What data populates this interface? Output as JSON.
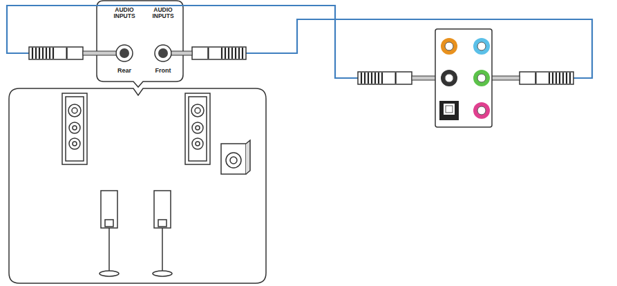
{
  "diagram": {
    "nodes": [
      {
        "text": [
          "AUDIO INPUTS",
          "Rear"
        ]
      },
      {
        "text": [
          "AUDIO INPUTS",
          "Front"
        ]
      }
    ]
  }
}
